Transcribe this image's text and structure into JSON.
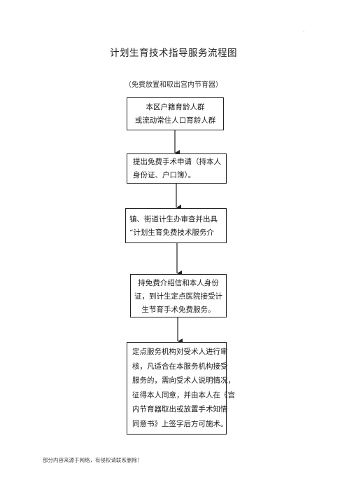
{
  "corner_mark": ".",
  "title": "计划生育技术指导服务流程图",
  "subtitle": "（免费放置和取出宫内节育器）",
  "steps": [
    {
      "lines": [
        "本区户籍育龄人群",
        "或流动常住人口育龄人群"
      ]
    },
    {
      "lines": [
        "提出免费手术申请（持本人",
        "身份证、户口簿）。"
      ]
    },
    {
      "lines": [
        "镇、街道计生办审查并出具",
        "“计划生育免费技术服务介"
      ]
    },
    {
      "lines": [
        "持免费介绍信和本人身份",
        "证，到计生定点医院接受计",
        "生节育手术免费服务。"
      ]
    },
    {
      "lines": [
        "定点服务机构对受术人进行审",
        "核，凡适合在本服务机构接受",
        "服务的，需向受术人说明情况，",
        "征得本人同意，并由本人在《宫",
        "内节育器取出或放置手术知情",
        "同意书》上签字后方可施术。"
      ]
    }
  ],
  "footer": "部分内容来源于网络，有侵权请联系删除！"
}
